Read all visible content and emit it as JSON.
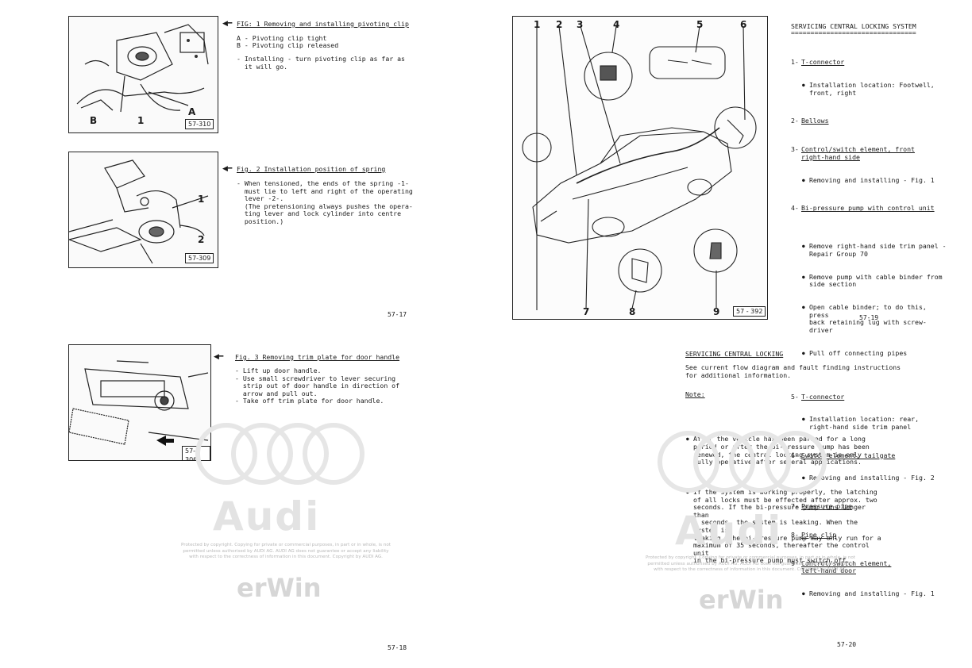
{
  "page_tl": {
    "fig_id": "57-310",
    "callouts": [
      "A",
      "B",
      "1"
    ],
    "heading": "FIG: 1 Removing and installing pivoting clip",
    "lines": [
      "A - Pivoting clip tight",
      "B - Pivoting clip released"
    ],
    "note": "- Installing - turn pivoting clip as far as\n  it will go.",
    "fig2_id": "57-309",
    "fig2_callouts": [
      "1",
      "2"
    ],
    "fig2_heading": "Fig. 2 Installation position of spring",
    "fig2_text": "- When tensioned, the ends of the spring -1-\n  must lie to left and right of the operating\n  lever -2-.\n  (The pretensioning always pushes the opera-\n  ting lever and lock cylinder into centre\n  position.)",
    "page_number": "57-17"
  },
  "page_bl": {
    "fig_id": "57-306",
    "heading": "Fig. 3 Removing trim plate for door handle",
    "text": "- Lift up door handle.\n- Use small screwdriver to lever securing\n  strip out of door handle in direction of\n  arrow and pull out.\n- Take off trim plate for door handle.",
    "page_number": "57-18"
  },
  "page_tr": {
    "fig_id": "57 - 392",
    "top_callouts": [
      "1",
      "2",
      "3",
      "4",
      "5",
      "6"
    ],
    "bottom_callouts": [
      "7",
      "8",
      "9"
    ],
    "title": "SERVICING CENTRAL LOCKING SYSTEM",
    "rule": "================================",
    "items": [
      {
        "num": "1-",
        "label": "T-connector",
        "bullets": [
          "Installation location: Footwell,\nfront, right"
        ]
      },
      {
        "num": "2-",
        "label": "Bellows",
        "bullets": []
      },
      {
        "num": "3-",
        "label": "Control/switch element, front\nright-hand side",
        "bullets": [
          "Removing and installing - Fig. 1"
        ]
      },
      {
        "num": "4-",
        "label": "Bi-pressure pump with control unit",
        "bullets": [
          "Remove right-hand side trim panel -\nRepair Group 70",
          "Remove pump with cable binder from\nside section",
          "Open cable binder; to do this, press\nback retaining lug with screw-\ndriver",
          "Pull off connecting pipes"
        ]
      },
      {
        "num": "5-",
        "label": "T-connector",
        "bullets": [
          "Installation location: rear,\nright-hand side trim panel"
        ]
      },
      {
        "num": "6-",
        "label": "Switch element, tailgate",
        "bullets": [
          "Removing and installing - Fig. 2"
        ]
      },
      {
        "num": "7-",
        "label": "Pressure pipe",
        "bullets": []
      },
      {
        "num": "8-",
        "label": "Pipe clip",
        "bullets": []
      },
      {
        "num": "9-",
        "label": "Control/switch element,\nleft-hand door",
        "bullets": [
          "Removing and installing - Fig. 1"
        ]
      }
    ],
    "page_number": "57-19"
  },
  "page_br": {
    "title": "SERVICING CENTRAL LOCKING",
    "intro": "See current flow diagram and fault finding instructions\nfor additional information.",
    "note_label": "Note:",
    "bullets": [
      "After the vehicle has been parked for a long\nperiod or after the bi-pressure pump has been\nrenewed, the central locking system is only\nfully operative after several applications.",
      "If the system is working properly, the latching\nof all locks must be effected after approx. two\nseconds. If the bi-pressure pump runs longer than\n5 seconds, the system is leaking. When the system is\nleaking, the bi-pressure pump may only run for a\nmaximum of 35 seconds, thereafter the control unit\nin the bi-pressure pump must switch off."
    ],
    "page_number": "57-20"
  },
  "watermark": {
    "brand": "Audi",
    "notice": "Protected by copyright. Copying for private or commercial purposes, in part or in whole, is not\npermitted unless authorised by AUDI AG. AUDI AG does not guarantee or accept any liability\nwith respect to the correctness of information in this document. Copyright by AUDI AG.",
    "erwin": "erWin"
  }
}
